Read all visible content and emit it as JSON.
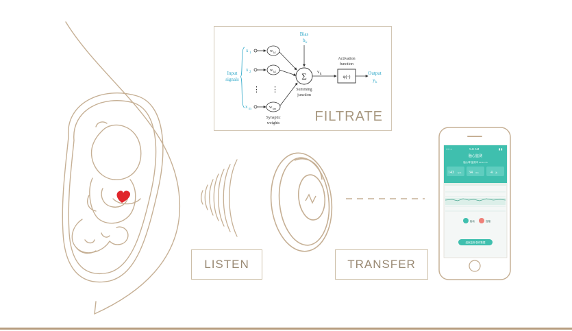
{
  "labels": {
    "listen": "LISTEN",
    "transfer": "TRANSFER",
    "filtrate": "FILTRATE"
  },
  "neuron": {
    "bias_label": "Bias",
    "bias_symbol": "b",
    "bias_sub": "k",
    "inputs": [
      {
        "x": "x",
        "sub": "1",
        "w": "w",
        "wsub": "k1"
      },
      {
        "x": "x",
        "sub": "2",
        "w": "w",
        "wsub": "k2"
      },
      {
        "x": "x",
        "sub": "m",
        "w": "w",
        "wsub": "km"
      }
    ],
    "input_signals": [
      "Input",
      "signals"
    ],
    "synaptic_weights": [
      "Synaptic",
      "weights"
    ],
    "summing_junction": [
      "Summing",
      "junction"
    ],
    "sum_symbol": "Σ",
    "v": "v",
    "v_sub": "k",
    "activation": [
      "Activation",
      "function"
    ],
    "activation_symbol": "φ(·)",
    "output": "Output",
    "output_y": "y",
    "output_sub": "k",
    "dots": "⋮"
  },
  "colors": {
    "line": "#c6b095",
    "heart": "#e0262b",
    "accent_teal": "#3fbfae",
    "diagram_ink": "#333333",
    "diagram_cyan": "#2aa6c7",
    "label_text": "#9a8a74"
  },
  "phone": {
    "carrier": "•••• ≈",
    "time": "9:41 AM",
    "battery": "▮ ▮",
    "screen_title": "胎心监测",
    "subtitle": "胎心率 监测中 00:12:35",
    "stats": [
      {
        "value": "143",
        "unit": "bpm"
      },
      {
        "value": "34",
        "unit": "min"
      },
      {
        "value": "4",
        "unit": "次"
      }
    ],
    "btn1": "胎动",
    "btn2": "宫缩",
    "cta": "结束监测  保存数据"
  }
}
